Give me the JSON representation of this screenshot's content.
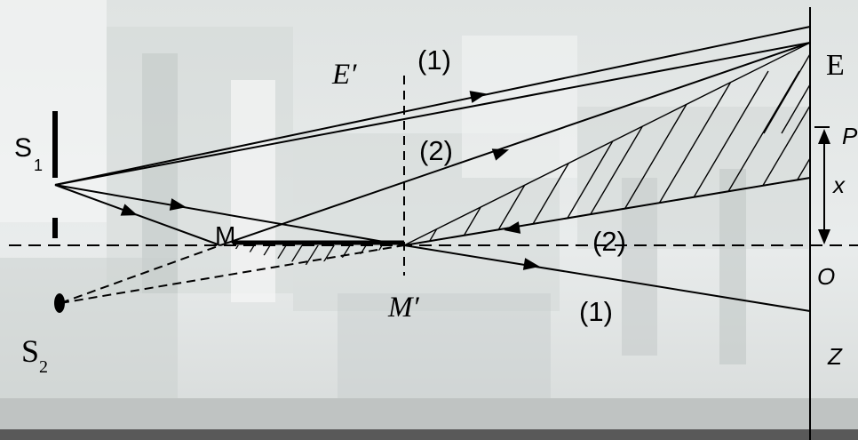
{
  "diagram": {
    "labels": {
      "E_prime": "E′",
      "ray1_top": "(1)",
      "E": "E",
      "P": "P",
      "S1_main": "S",
      "S1_sub": "1",
      "ray2_upper": "(2)",
      "x": "x",
      "M": "M",
      "ray2_lower": "(2)",
      "O": "O",
      "M_prime": "M′",
      "ray1_bottom": "(1)",
      "S2_main": "S",
      "S2_sub": "2",
      "Z": "Z"
    }
  },
  "colors": {
    "ink": "#000000",
    "band": "#bfc3c2",
    "bottom_bar": "#595959"
  }
}
